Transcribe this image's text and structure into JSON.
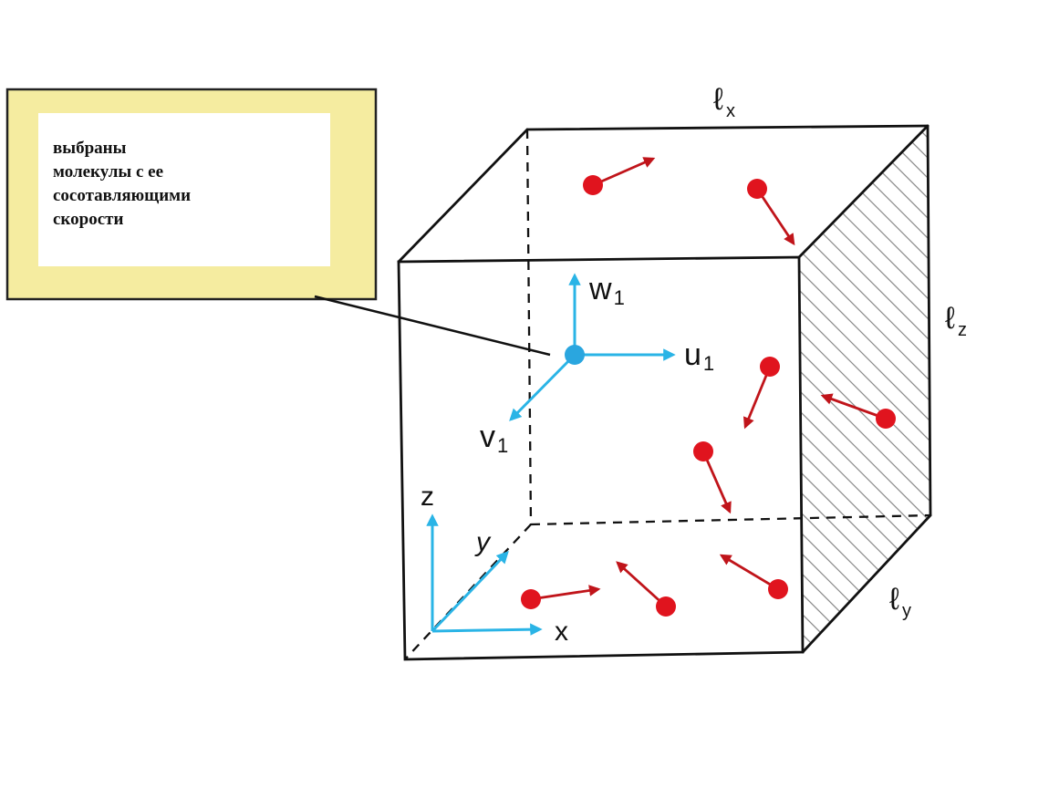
{
  "callout": {
    "lines": [
      "выбраны",
      "молекулы с ее",
      "сосотавляющими",
      "скорости"
    ],
    "box_color": "#f5eca0",
    "inner_color": "#ffffff"
  },
  "box_dimensions": {
    "lx": {
      "base": "ℓ",
      "sub": "x"
    },
    "ly": {
      "base": "ℓ",
      "sub": "y"
    },
    "lz": {
      "base": "ℓ",
      "sub": "z"
    }
  },
  "velocity_components": {
    "w": {
      "base": "w",
      "sub": "1"
    },
    "u": {
      "base": "u",
      "sub": "1"
    },
    "v": {
      "base": "v",
      "sub": "1"
    }
  },
  "axes": {
    "x": "x",
    "y": "y",
    "z": "z"
  },
  "colors": {
    "selected_molecule": "#2aa6df",
    "velocity_arrow": "#2ab4e6",
    "molecule": "#e0141e",
    "molecule_arrow": "#c0141a",
    "edge": "#111111",
    "hatch": "#8a8a8a"
  }
}
